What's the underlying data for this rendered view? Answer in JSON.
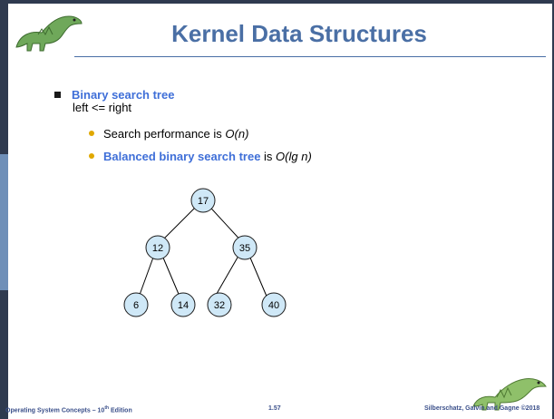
{
  "slide": {
    "title": "Kernel Data Structures",
    "bullet": {
      "title": "Binary search tree",
      "subtitle": "left <= right",
      "sub_items": [
        {
          "prefix": "Search performance is ",
          "prefix_bold_blue": false,
          "math": "O(n)"
        },
        {
          "prefix": "Balanced binary search tree",
          "suffix": " is ",
          "math": "O(lg n)"
        }
      ]
    },
    "tree": {
      "root": "17",
      "level1": [
        "12",
        "35"
      ],
      "level2": [
        "6",
        "14",
        "32",
        "40"
      ]
    },
    "footer": {
      "left_main": "Operating System Concepts – 10",
      "left_sup": "th",
      "left_tail": " Edition",
      "center": "1.57",
      "right": "Silberschatz, Galvin and Gagne ©2018"
    },
    "colors": {
      "accent": "#4a6fa5",
      "bullet_blue": "#3f6fd8",
      "node_fill": "#cfe8f7",
      "frame": "#2f3a4f"
    },
    "icons": [
      "dinosaur-logo-icon",
      "dinosaur-footer-icon"
    ]
  }
}
